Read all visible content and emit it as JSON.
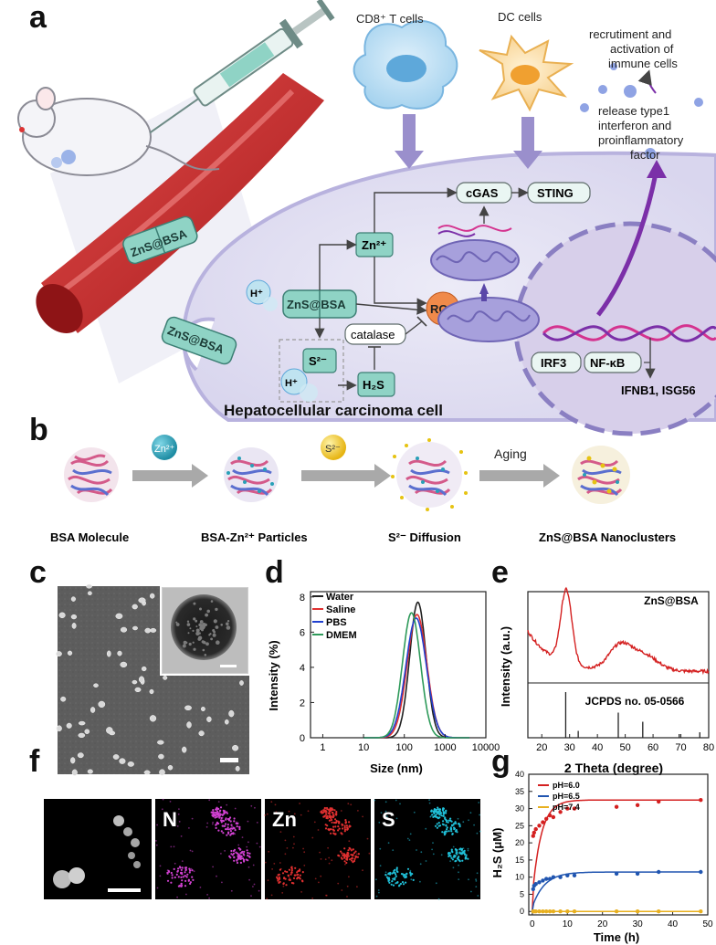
{
  "panel_labels": {
    "a": "a",
    "b": "b",
    "c": "c",
    "d": "d",
    "e": "e",
    "f": "f",
    "g": "g"
  },
  "panel_a": {
    "cd8_label": "CD8⁺ T cells",
    "dc_label": "DC cells",
    "recruit": [
      "recrutiment and",
      "activation of",
      "immune cells"
    ],
    "release": [
      "release type1",
      "interferon and",
      "proinflammatory",
      "factor"
    ],
    "vessel_particle": "ZnS@BSA",
    "endocytosis_particle": "ZnS@BSA",
    "cell_particle": "ZnS@BSA",
    "zn": "Zn²⁺",
    "h_plus": "H⁺",
    "h_plus2": "H⁺",
    "s2": "S²⁻",
    "h2s": "H₂S",
    "catalase": "catalase",
    "ros": "ROS",
    "cgas": "cGAS",
    "sting": "STING",
    "irf3": "IRF3",
    "nfkb": "NF-κB",
    "genes": "IFNB1, ISG56",
    "cell_title": "Hepatocellular carcinoma cell",
    "colors": {
      "vessel": "#c8282a",
      "nucleus": "#d9d2ea",
      "cell": "#e4e2f3",
      "particle": "#8fd3c5",
      "arrow": "#9a8fcc",
      "helix_pink": "#d4338f",
      "helix_purple": "#7b2fa8"
    }
  },
  "panel_b": {
    "steps": [
      "BSA Molecule",
      "BSA-Zn²⁺ Particles",
      "S²⁻ Diffusion",
      "ZnS@BSA Nanoclusters"
    ],
    "reagents": [
      "Zn²⁺",
      "S²⁻",
      "Aging"
    ]
  },
  "panel_c": {
    "description_icon": "sem-image"
  },
  "panel_d": {
    "chart_data": {
      "type": "line",
      "xlabel": "Size (nm)",
      "ylabel": "Intensity (%)",
      "xscale": "log",
      "xlim": [
        0.5,
        10000
      ],
      "ylim": [
        0,
        8.3
      ],
      "xticks": [
        "1",
        "10",
        "100",
        "1000",
        "10000"
      ],
      "yticks": [
        "0",
        "2",
        "4",
        "6",
        "8"
      ],
      "legend_position": "top-left",
      "series": [
        {
          "name": "Water",
          "color": "#222222",
          "peak_x": 215,
          "peak_y": 7.7,
          "sigma_log10": 0.2
        },
        {
          "name": "Saline",
          "color": "#e03030",
          "peak_x": 205,
          "peak_y": 7.0,
          "sigma_log10": 0.24
        },
        {
          "name": "PBS",
          "color": "#2040d0",
          "peak_x": 195,
          "peak_y": 6.8,
          "sigma_log10": 0.25
        },
        {
          "name": "DMEM",
          "color": "#2e9a5a",
          "peak_x": 150,
          "peak_y": 7.1,
          "sigma_log10": 0.22
        }
      ]
    }
  },
  "panel_e": {
    "chart_data": {
      "type": "line",
      "xlabel": "2 Theta (degree)",
      "ylabel": "Intensity (a.u.)",
      "xlim": [
        15,
        80
      ],
      "xticks": [
        "20",
        "30",
        "40",
        "50",
        "60",
        "70",
        "80"
      ],
      "legend_text": "ZnS@BSA",
      "reference": "JCPDS no. 05-0566",
      "reference_peaks": [
        {
          "x": 28.6,
          "h": 1.0
        },
        {
          "x": 33.1,
          "h": 0.15
        },
        {
          "x": 47.5,
          "h": 0.55
        },
        {
          "x": 56.3,
          "h": 0.35
        },
        {
          "x": 69.4,
          "h": 0.08
        },
        {
          "x": 76.8,
          "h": 0.12
        }
      ],
      "pattern_peaks": [
        {
          "x": 28.8,
          "h": 1.0,
          "w": 2.0
        },
        {
          "x": 48,
          "h": 0.32,
          "w": 4
        },
        {
          "x": 56.5,
          "h": 0.22,
          "w": 5
        }
      ],
      "color": "#d42020"
    }
  },
  "panel_f": {
    "elements": [
      "N",
      "Zn",
      "S"
    ],
    "colors": [
      "#d040d0",
      "#e03030",
      "#20c0d8"
    ]
  },
  "panel_g": {
    "chart_data": {
      "type": "scatter",
      "xlabel": "Time (h)",
      "ylabel": "H₂S (μM)",
      "xlim": [
        -1,
        50
      ],
      "ylim": [
        -1,
        40
      ],
      "xticks": [
        "0",
        "10",
        "20",
        "30",
        "40",
        "50"
      ],
      "yticks": [
        "0",
        "5",
        "10",
        "15",
        "20",
        "25",
        "30",
        "35",
        "40"
      ],
      "legend_position": "top-left",
      "series": [
        {
          "name": "pH=6.0",
          "color": "#d42020",
          "x": [
            0.25,
            0.5,
            1,
            2,
            3,
            4,
            5,
            6,
            8,
            10,
            12,
            24,
            30,
            36,
            48
          ],
          "y": [
            22,
            23,
            24,
            25,
            26,
            27,
            28,
            27.5,
            29,
            30,
            30,
            30.5,
            31,
            32,
            32.5
          ]
        },
        {
          "name": "pH=6.5",
          "color": "#2055b0",
          "x": [
            0.25,
            0.5,
            1,
            2,
            3,
            4,
            5,
            6,
            8,
            10,
            12,
            24,
            30,
            36,
            48
          ],
          "y": [
            6.5,
            7.5,
            8,
            8.5,
            9,
            9.5,
            9.5,
            10,
            10,
            10.5,
            10.5,
            11,
            11,
            11.5,
            11.5
          ]
        },
        {
          "name": "pH=7.4",
          "color": "#e8b020",
          "x": [
            0.25,
            0.5,
            1,
            2,
            3,
            4,
            5,
            6,
            8,
            10,
            12,
            24,
            30,
            36,
            48
          ],
          "y": [
            0,
            0,
            0,
            0,
            0,
            0,
            0,
            0,
            0,
            0,
            0,
            0,
            0,
            0,
            0
          ]
        }
      ]
    }
  }
}
